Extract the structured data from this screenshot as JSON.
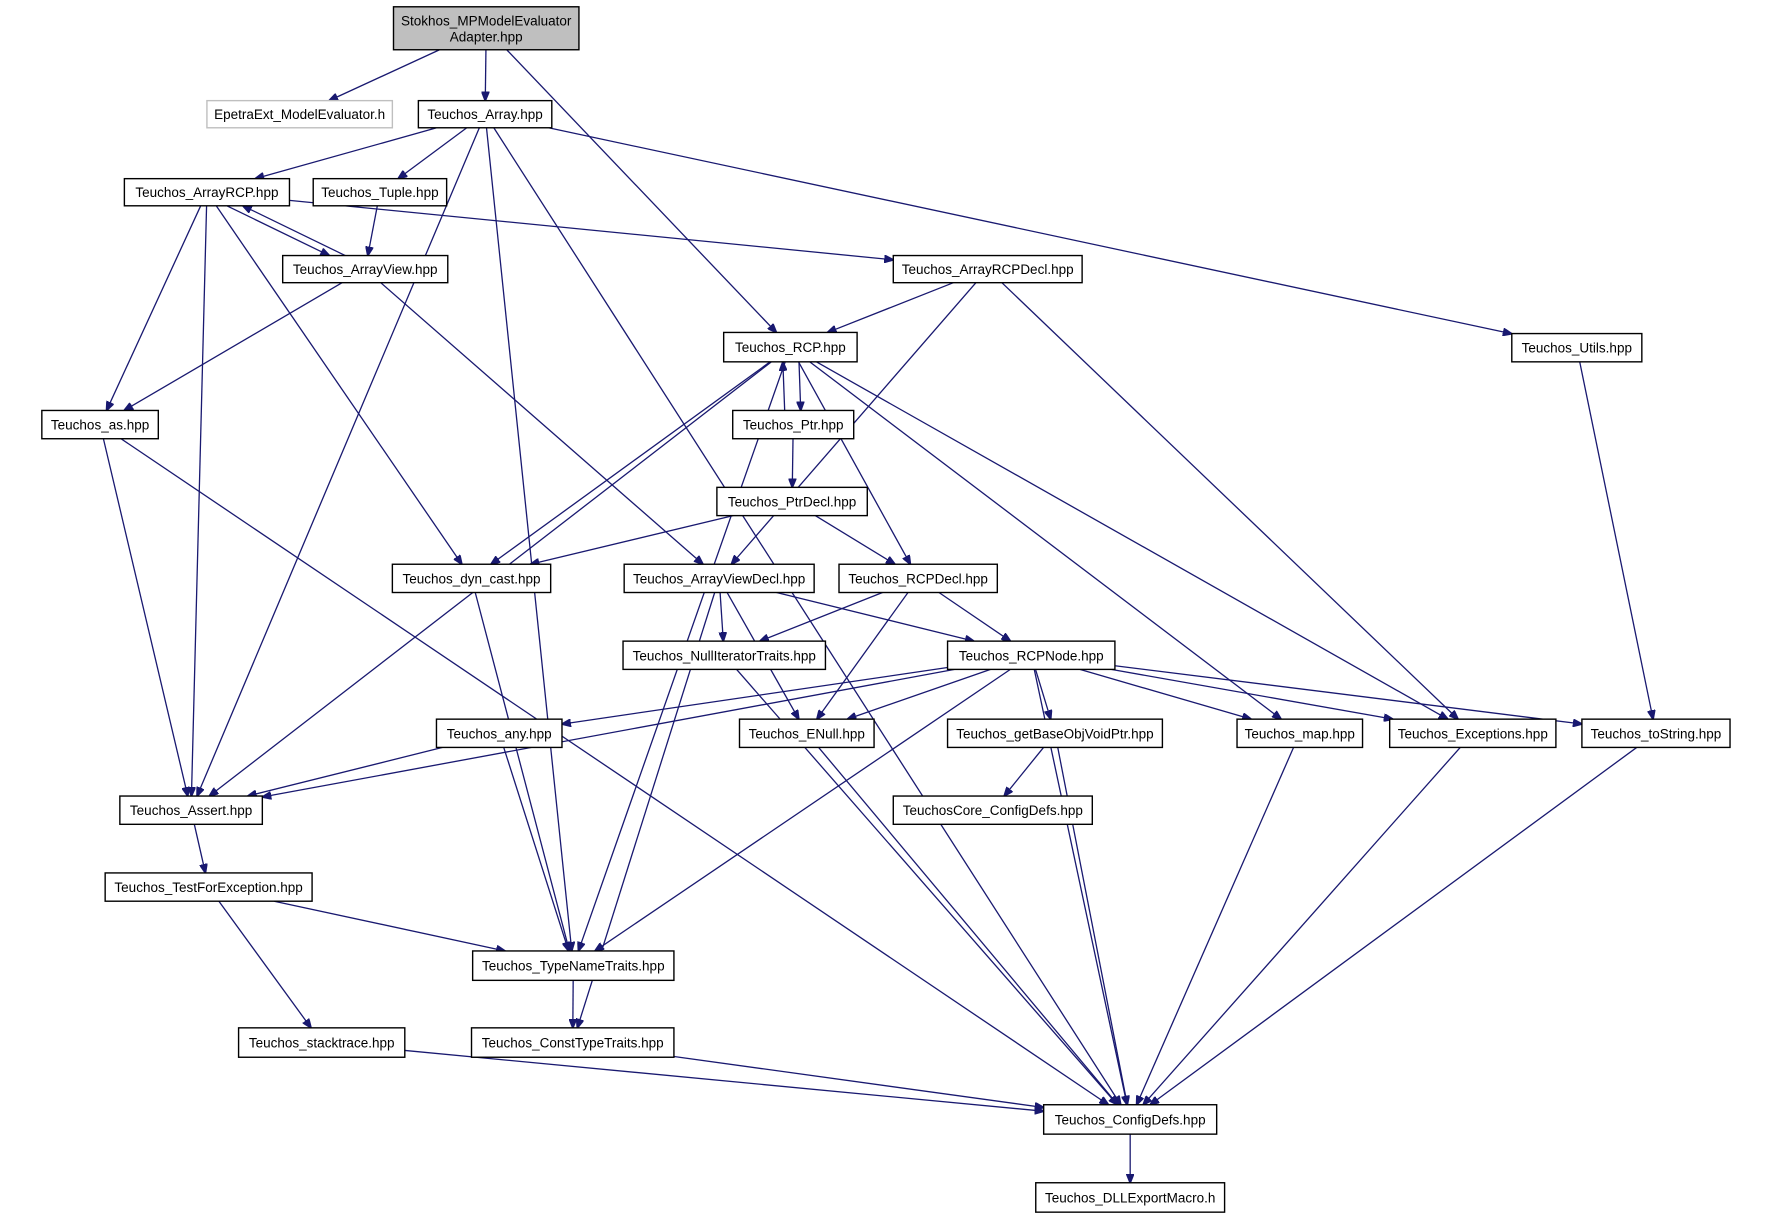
{
  "nodes": [
    {
      "id": "root",
      "label": "Stokhos_MPModelEvaluator\nAdapter.hpp",
      "style": "root"
    },
    {
      "id": "epetra",
      "label": "EpetraExt_ModelEvaluator.h",
      "style": "ext"
    },
    {
      "id": "array",
      "label": "Teuchos_Array.hpp"
    },
    {
      "id": "arrayrcp",
      "label": "Teuchos_ArrayRCP.hpp"
    },
    {
      "id": "tuple",
      "label": "Teuchos_Tuple.hpp"
    },
    {
      "id": "arrayview",
      "label": "Teuchos_ArrayView.hpp"
    },
    {
      "id": "arrayrcpdecl",
      "label": "Teuchos_ArrayRCPDecl.hpp"
    },
    {
      "id": "rcp",
      "label": "Teuchos_RCP.hpp"
    },
    {
      "id": "utils",
      "label": "Teuchos_Utils.hpp"
    },
    {
      "id": "as",
      "label": "Teuchos_as.hpp"
    },
    {
      "id": "ptr",
      "label": "Teuchos_Ptr.hpp"
    },
    {
      "id": "ptrdecl",
      "label": "Teuchos_PtrDecl.hpp"
    },
    {
      "id": "dyncast",
      "label": "Teuchos_dyn_cast.hpp"
    },
    {
      "id": "arrayviewdecl",
      "label": "Teuchos_ArrayViewDecl.hpp"
    },
    {
      "id": "rcpdecl",
      "label": "Teuchos_RCPDecl.hpp"
    },
    {
      "id": "nulliter",
      "label": "Teuchos_NullIteratorTraits.hpp"
    },
    {
      "id": "rcpnode",
      "label": "Teuchos_RCPNode.hpp"
    },
    {
      "id": "any",
      "label": "Teuchos_any.hpp"
    },
    {
      "id": "enull",
      "label": "Teuchos_ENull.hpp"
    },
    {
      "id": "getbase",
      "label": "Teuchos_getBaseObjVoidPtr.hpp"
    },
    {
      "id": "map",
      "label": "Teuchos_map.hpp"
    },
    {
      "id": "exceptions",
      "label": "Teuchos_Exceptions.hpp"
    },
    {
      "id": "tostring",
      "label": "Teuchos_toString.hpp"
    },
    {
      "id": "assert",
      "label": "Teuchos_Assert.hpp"
    },
    {
      "id": "coreconfig",
      "label": "TeuchosCore_ConfigDefs.hpp"
    },
    {
      "id": "testforexc",
      "label": "Teuchos_TestForException.hpp"
    },
    {
      "id": "typename",
      "label": "Teuchos_TypeNameTraits.hpp"
    },
    {
      "id": "stacktrace",
      "label": "Teuchos_stacktrace.hpp"
    },
    {
      "id": "consttype",
      "label": "Teuchos_ConstTypeTraits.hpp"
    },
    {
      "id": "configdefs",
      "label": "Teuchos_ConfigDefs.hpp"
    },
    {
      "id": "dllexport",
      "label": "Teuchos_DLLExportMacro.h"
    }
  ],
  "edges": [
    [
      "root",
      "epetra"
    ],
    [
      "root",
      "array"
    ],
    [
      "root",
      "rcp"
    ],
    [
      "array",
      "arrayrcp"
    ],
    [
      "array",
      "tuple"
    ],
    [
      "array",
      "utils"
    ],
    [
      "array",
      "assert"
    ],
    [
      "array",
      "typename"
    ],
    [
      "array",
      "configdefs"
    ],
    [
      "arrayrcp",
      "arrayview"
    ],
    [
      "arrayrcp",
      "arrayrcpdecl"
    ],
    [
      "arrayrcp",
      "as"
    ],
    [
      "arrayrcp",
      "assert"
    ],
    [
      "arrayrcp",
      "dyncast"
    ],
    [
      "tuple",
      "arrayview"
    ],
    [
      "arrayview",
      "arrayrcp"
    ],
    [
      "arrayview",
      "as"
    ],
    [
      "arrayview",
      "arrayviewdecl"
    ],
    [
      "arrayrcpdecl",
      "rcp"
    ],
    [
      "arrayrcpdecl",
      "arrayviewdecl"
    ],
    [
      "arrayrcpdecl",
      "exceptions"
    ],
    [
      "rcp",
      "ptr"
    ],
    [
      "rcp",
      "dyncast"
    ],
    [
      "rcp",
      "assert"
    ],
    [
      "rcp",
      "typename"
    ],
    [
      "rcp",
      "rcpdecl"
    ],
    [
      "rcp",
      "map"
    ],
    [
      "rcp",
      "exceptions"
    ],
    [
      "utils",
      "tostring"
    ],
    [
      "as",
      "assert"
    ],
    [
      "as",
      "configdefs"
    ],
    [
      "ptr",
      "rcp"
    ],
    [
      "ptr",
      "ptrdecl"
    ],
    [
      "ptrdecl",
      "dyncast"
    ],
    [
      "ptrdecl",
      "rcpdecl"
    ],
    [
      "dyncast",
      "typename"
    ],
    [
      "arrayviewdecl",
      "nulliter"
    ],
    [
      "arrayviewdecl",
      "enull"
    ],
    [
      "arrayviewdecl",
      "rcpnode"
    ],
    [
      "arrayviewdecl",
      "consttype"
    ],
    [
      "rcpdecl",
      "nulliter"
    ],
    [
      "rcpdecl",
      "rcpnode"
    ],
    [
      "rcpdecl",
      "enull"
    ],
    [
      "nulliter",
      "configdefs"
    ],
    [
      "rcpnode",
      "any"
    ],
    [
      "rcpnode",
      "assert"
    ],
    [
      "rcpnode",
      "enull"
    ],
    [
      "rcpnode",
      "getbase"
    ],
    [
      "rcpnode",
      "map"
    ],
    [
      "rcpnode",
      "exceptions"
    ],
    [
      "rcpnode",
      "tostring"
    ],
    [
      "rcpnode",
      "typename"
    ],
    [
      "rcpnode",
      "configdefs"
    ],
    [
      "any",
      "assert"
    ],
    [
      "any",
      "typename"
    ],
    [
      "enull",
      "configdefs"
    ],
    [
      "getbase",
      "coreconfig"
    ],
    [
      "getbase",
      "configdefs"
    ],
    [
      "map",
      "configdefs"
    ],
    [
      "exceptions",
      "configdefs"
    ],
    [
      "tostring",
      "configdefs"
    ],
    [
      "assert",
      "testforexc"
    ],
    [
      "testforexc",
      "typename"
    ],
    [
      "testforexc",
      "stacktrace"
    ],
    [
      "typename",
      "consttype"
    ],
    [
      "stacktrace",
      "configdefs"
    ],
    [
      "consttype",
      "configdefs"
    ],
    [
      "configdefs",
      "dllexport"
    ]
  ],
  "colors": {
    "edge": "#191970",
    "root_fill": "#bfbfbf",
    "external_border": "#bfbfbf"
  }
}
